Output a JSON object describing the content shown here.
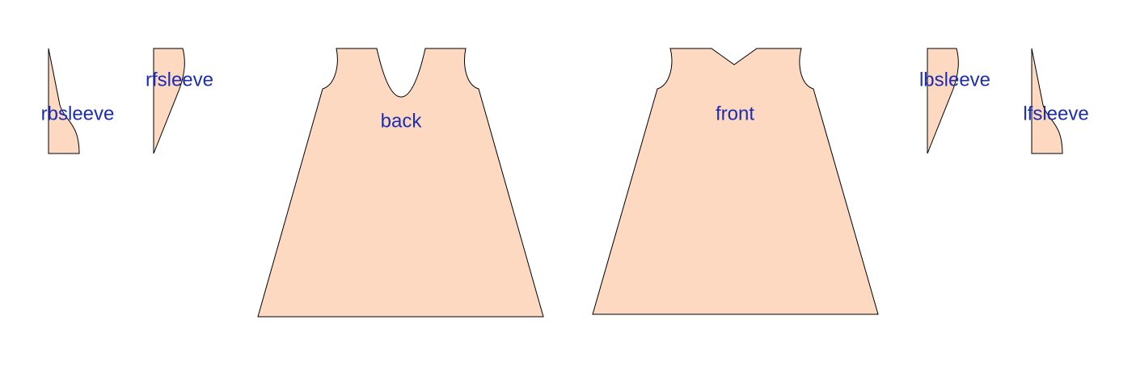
{
  "colors": {
    "fill": "#fdd9c1",
    "stroke": "#000000",
    "label": "#1c2db3"
  },
  "pieces": [
    {
      "id": "rbsleeve",
      "label": "rbsleeve"
    },
    {
      "id": "rfsleeve",
      "label": "rfsleeve"
    },
    {
      "id": "back",
      "label": "back"
    },
    {
      "id": "front",
      "label": "front"
    },
    {
      "id": "lbsleeve",
      "label": "lbsleeve"
    },
    {
      "id": "lfsleeve",
      "label": "lfsleeve"
    }
  ]
}
